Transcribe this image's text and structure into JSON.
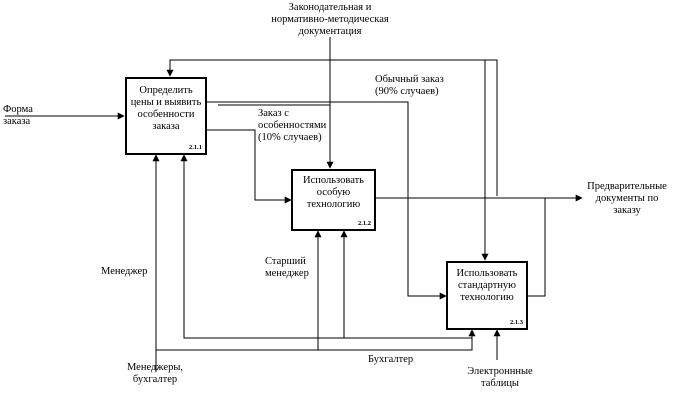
{
  "boxes": [
    {
      "lines": [
        "Определить",
        "цены и выявить",
        "особенности",
        "заказа"
      ],
      "number": "2.1.1"
    },
    {
      "lines": [
        "Использовать",
        "особую",
        "технологию"
      ],
      "number": "2.1.2"
    },
    {
      "lines": [
        "Использовать",
        "стандартную",
        "технологию"
      ],
      "number": "2.1.3"
    }
  ],
  "labels": {
    "control_docs": [
      "Законодательная и",
      "нормативно-методическая",
      "документация"
    ],
    "input_order": [
      "Форма",
      "заказа"
    ],
    "output_docs": [
      "Предварительные",
      "документы по",
      "заказу"
    ],
    "regular_order": [
      "Обычный заказ",
      "(90% случаев)"
    ],
    "special_order": [
      "Заказ с",
      "особенностями",
      "(10% случаев)"
    ],
    "manager": "Менеджер",
    "senior_manager": [
      "Старший",
      "менеджер"
    ],
    "managers_accountant": [
      "Менеджеры,",
      "бухгалтер"
    ],
    "accountant": "Бухгалтер",
    "spreadsheets": [
      "Электроннные",
      "таблицы"
    ]
  }
}
